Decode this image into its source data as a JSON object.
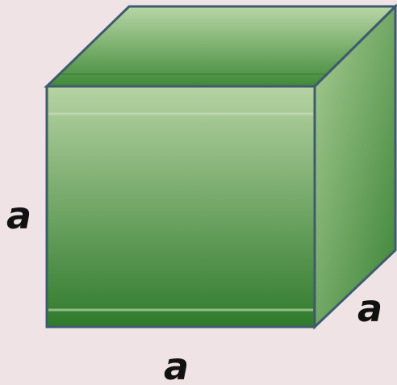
{
  "figure": {
    "shape": "cube",
    "labels": {
      "height": "a",
      "width": "a",
      "depth": "a"
    },
    "colors": {
      "background": "#efe3e6",
      "front_top": "#b6d3a3",
      "front_bottom": "#2f7a2c",
      "top_light": "#b9d6a6",
      "top_dark": "#3f8a38",
      "side_light": "#a9cc94",
      "side_dark": "#3a8335",
      "edge": "#3f5b6e"
    }
  }
}
